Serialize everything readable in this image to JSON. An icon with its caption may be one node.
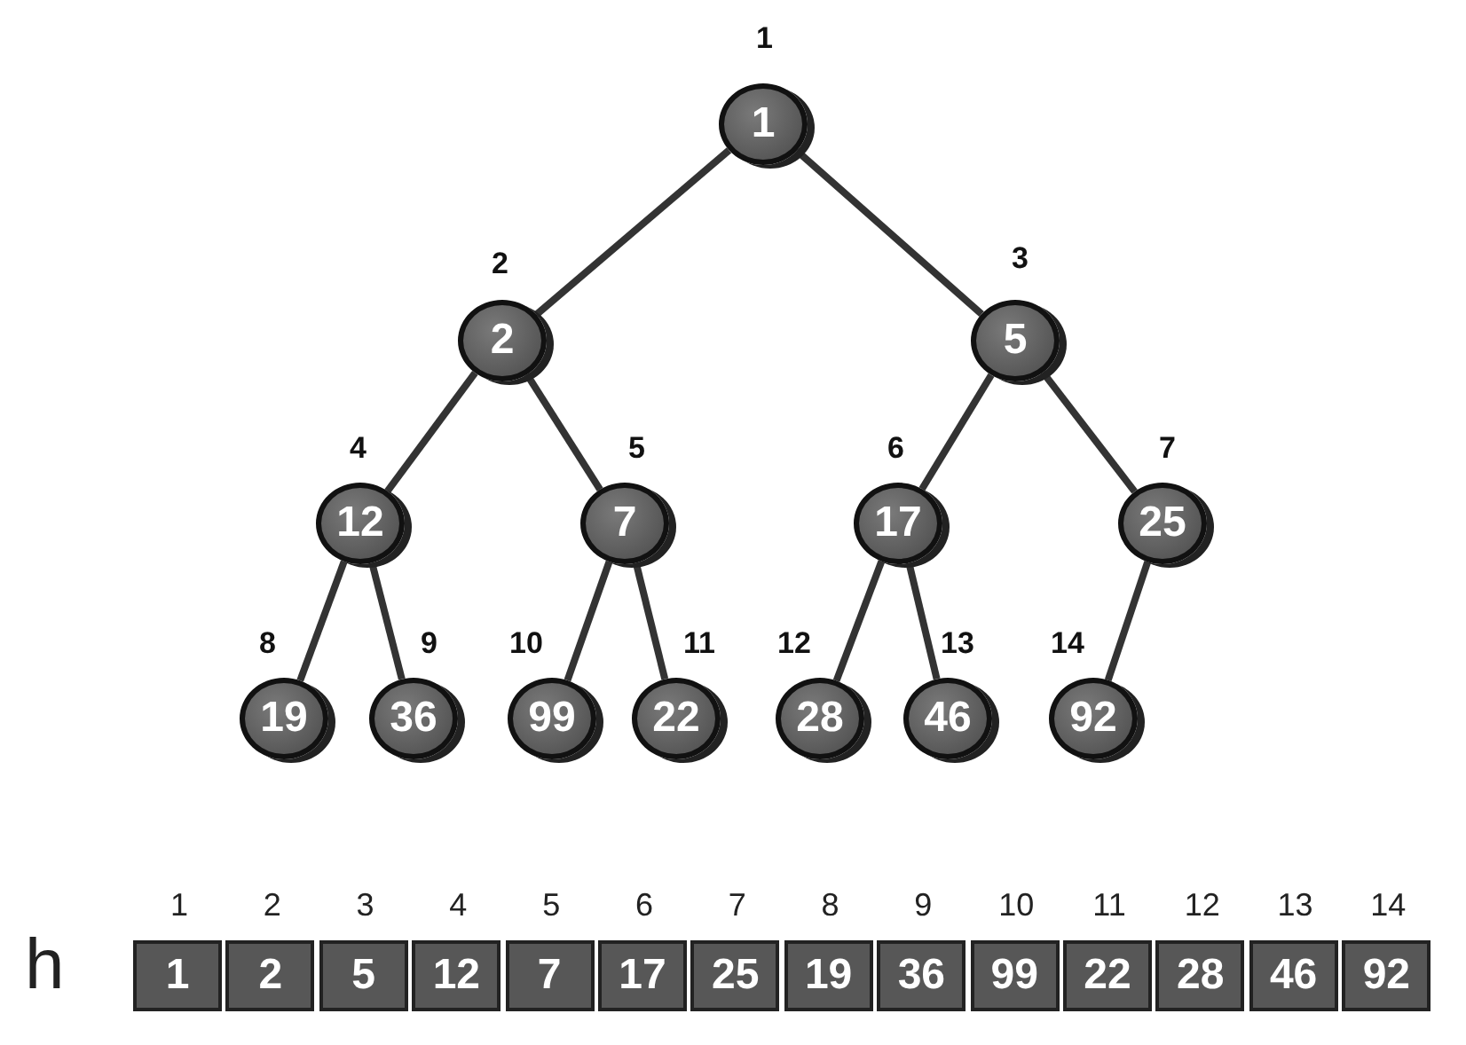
{
  "diagram": {
    "nodes": [
      {
        "text": [
          "1"
        ],
        "beside": [
          "1"
        ]
      },
      {
        "text": [
          "2"
        ],
        "beside": [
          "2"
        ]
      },
      {
        "text": [
          "5"
        ],
        "beside": [
          "3"
        ]
      },
      {
        "text": [
          "12"
        ],
        "beside": [
          "4"
        ]
      },
      {
        "text": [
          "7"
        ],
        "beside": [
          "5"
        ]
      },
      {
        "text": [
          "17"
        ],
        "beside": [
          "6"
        ]
      },
      {
        "text": [
          "25"
        ],
        "beside": [
          "7"
        ]
      },
      {
        "text": [
          "19"
        ],
        "beside": [
          "8"
        ]
      },
      {
        "text": [
          "36"
        ],
        "beside": [
          "9"
        ]
      },
      {
        "text": [
          "99"
        ],
        "beside": [
          "10"
        ]
      },
      {
        "text": [
          "22"
        ],
        "beside": [
          "11"
        ]
      },
      {
        "text": [
          "28"
        ],
        "beside": [
          "12"
        ]
      },
      {
        "text": [
          "46"
        ],
        "beside": [
          "13"
        ]
      },
      {
        "text": [
          "92"
        ],
        "beside": [
          "14"
        ]
      }
    ],
    "edges": [
      {
        "from": 0,
        "to": 1,
        "arrow": "none"
      },
      {
        "from": 0,
        "to": 2,
        "arrow": "none"
      },
      {
        "from": 1,
        "to": 3,
        "arrow": "none"
      },
      {
        "from": 1,
        "to": 4,
        "arrow": "none"
      },
      {
        "from": 2,
        "to": 5,
        "arrow": "none"
      },
      {
        "from": 2,
        "to": 6,
        "arrow": "none"
      },
      {
        "from": 3,
        "to": 7,
        "arrow": "none"
      },
      {
        "from": 3,
        "to": 8,
        "arrow": "none"
      },
      {
        "from": 4,
        "to": 9,
        "arrow": "none"
      },
      {
        "from": 4,
        "to": 10,
        "arrow": "none"
      },
      {
        "from": 5,
        "to": 11,
        "arrow": "none"
      },
      {
        "from": 5,
        "to": 12,
        "arrow": "none"
      },
      {
        "from": 6,
        "to": 13,
        "arrow": "none"
      }
    ],
    "labels": [
      "1",
      "2",
      "3",
      "4",
      "5",
      "6",
      "7",
      "8",
      "9",
      "10",
      "11",
      "12",
      "13",
      "14",
      "h",
      "1",
      "2",
      "5",
      "12",
      "7",
      "17",
      "25",
      "19",
      "36",
      "99",
      "22",
      "28",
      "46",
      "92"
    ]
  }
}
